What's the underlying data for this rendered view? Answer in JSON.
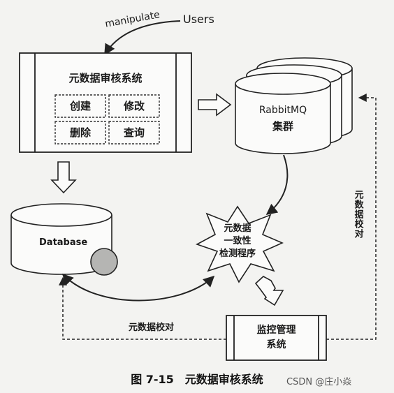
{
  "labels": {
    "manipulate": "manipulate",
    "users": "Users",
    "system_title": "元数据审核系统",
    "create": "创建",
    "modify": "修改",
    "delete": "删除",
    "query": "查询",
    "rabbitmq_line1": "RabbitMQ",
    "rabbitmq_line2": "集群",
    "database": "Database",
    "checker_line1": "元数据",
    "checker_line2": "一致性",
    "checker_line3": "检测程序",
    "monitor_line1": "监控管理",
    "monitor_line2": "系统",
    "reconcile_right": "元数据校对",
    "reconcile_bottom": "元数据校对"
  },
  "caption": "图 7-15　元数据审核系统",
  "watermark": "CSDN @庄小焱"
}
